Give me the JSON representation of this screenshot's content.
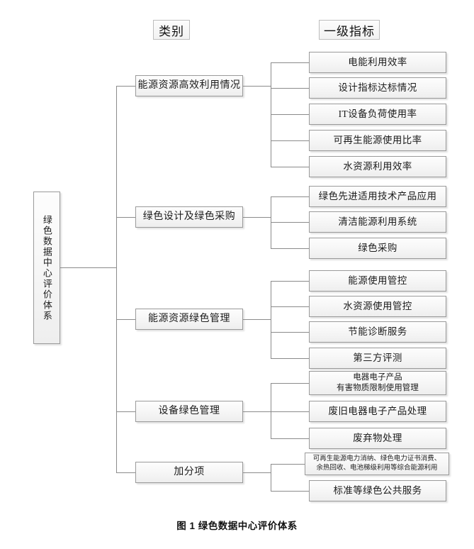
{
  "figure": {
    "caption": "图 1   绿色数据中心评价体系",
    "headers": {
      "category": "类别",
      "indicator": "一级指标"
    },
    "root": {
      "label": "绿色数据中心评价体系",
      "orientation": "vertical"
    },
    "colors": {
      "background": "#ffffff",
      "box_border": "#9a9a9a",
      "box_fill_top": "#fdfdfd",
      "box_fill_bottom": "#eeeeee",
      "connector": "#8b8b8b",
      "text": "#1c1c1c"
    },
    "categories": [
      {
        "label": "能源资源高效利用情况",
        "indicators": [
          {
            "label": "电能利用效率"
          },
          {
            "label": "设计指标达标情况"
          },
          {
            "label": "IT设备负荷使用率"
          },
          {
            "label": "可再生能源使用比率"
          },
          {
            "label": "水资源利用效率"
          }
        ]
      },
      {
        "label": "绿色设计及绿色采购",
        "indicators": [
          {
            "label": "绿色先进适用技术产品应用"
          },
          {
            "label": "清洁能源利用系统"
          },
          {
            "label": "绿色采购"
          }
        ]
      },
      {
        "label": "能源资源绿色管理",
        "indicators": [
          {
            "label": "能源使用管控"
          },
          {
            "label": "水资源使用管控"
          },
          {
            "label": "节能诊断服务"
          },
          {
            "label": "第三方评测"
          }
        ]
      },
      {
        "label": "设备绿色管理",
        "indicators": [
          {
            "label": "电器电子产品\n有害物质限制使用管理",
            "style": "two-line"
          },
          {
            "label": "废旧电器电子产品处理"
          },
          {
            "label": "废弃物处理"
          }
        ]
      },
      {
        "label": "加分项",
        "indicators": [
          {
            "label": "可再生能源电力消纳、绿色电力证书消费、\n余热回收、电池梯级利用等综合能源利用",
            "style": "tiny"
          },
          {
            "label": "标准等绿色公共服务"
          }
        ]
      }
    ]
  }
}
